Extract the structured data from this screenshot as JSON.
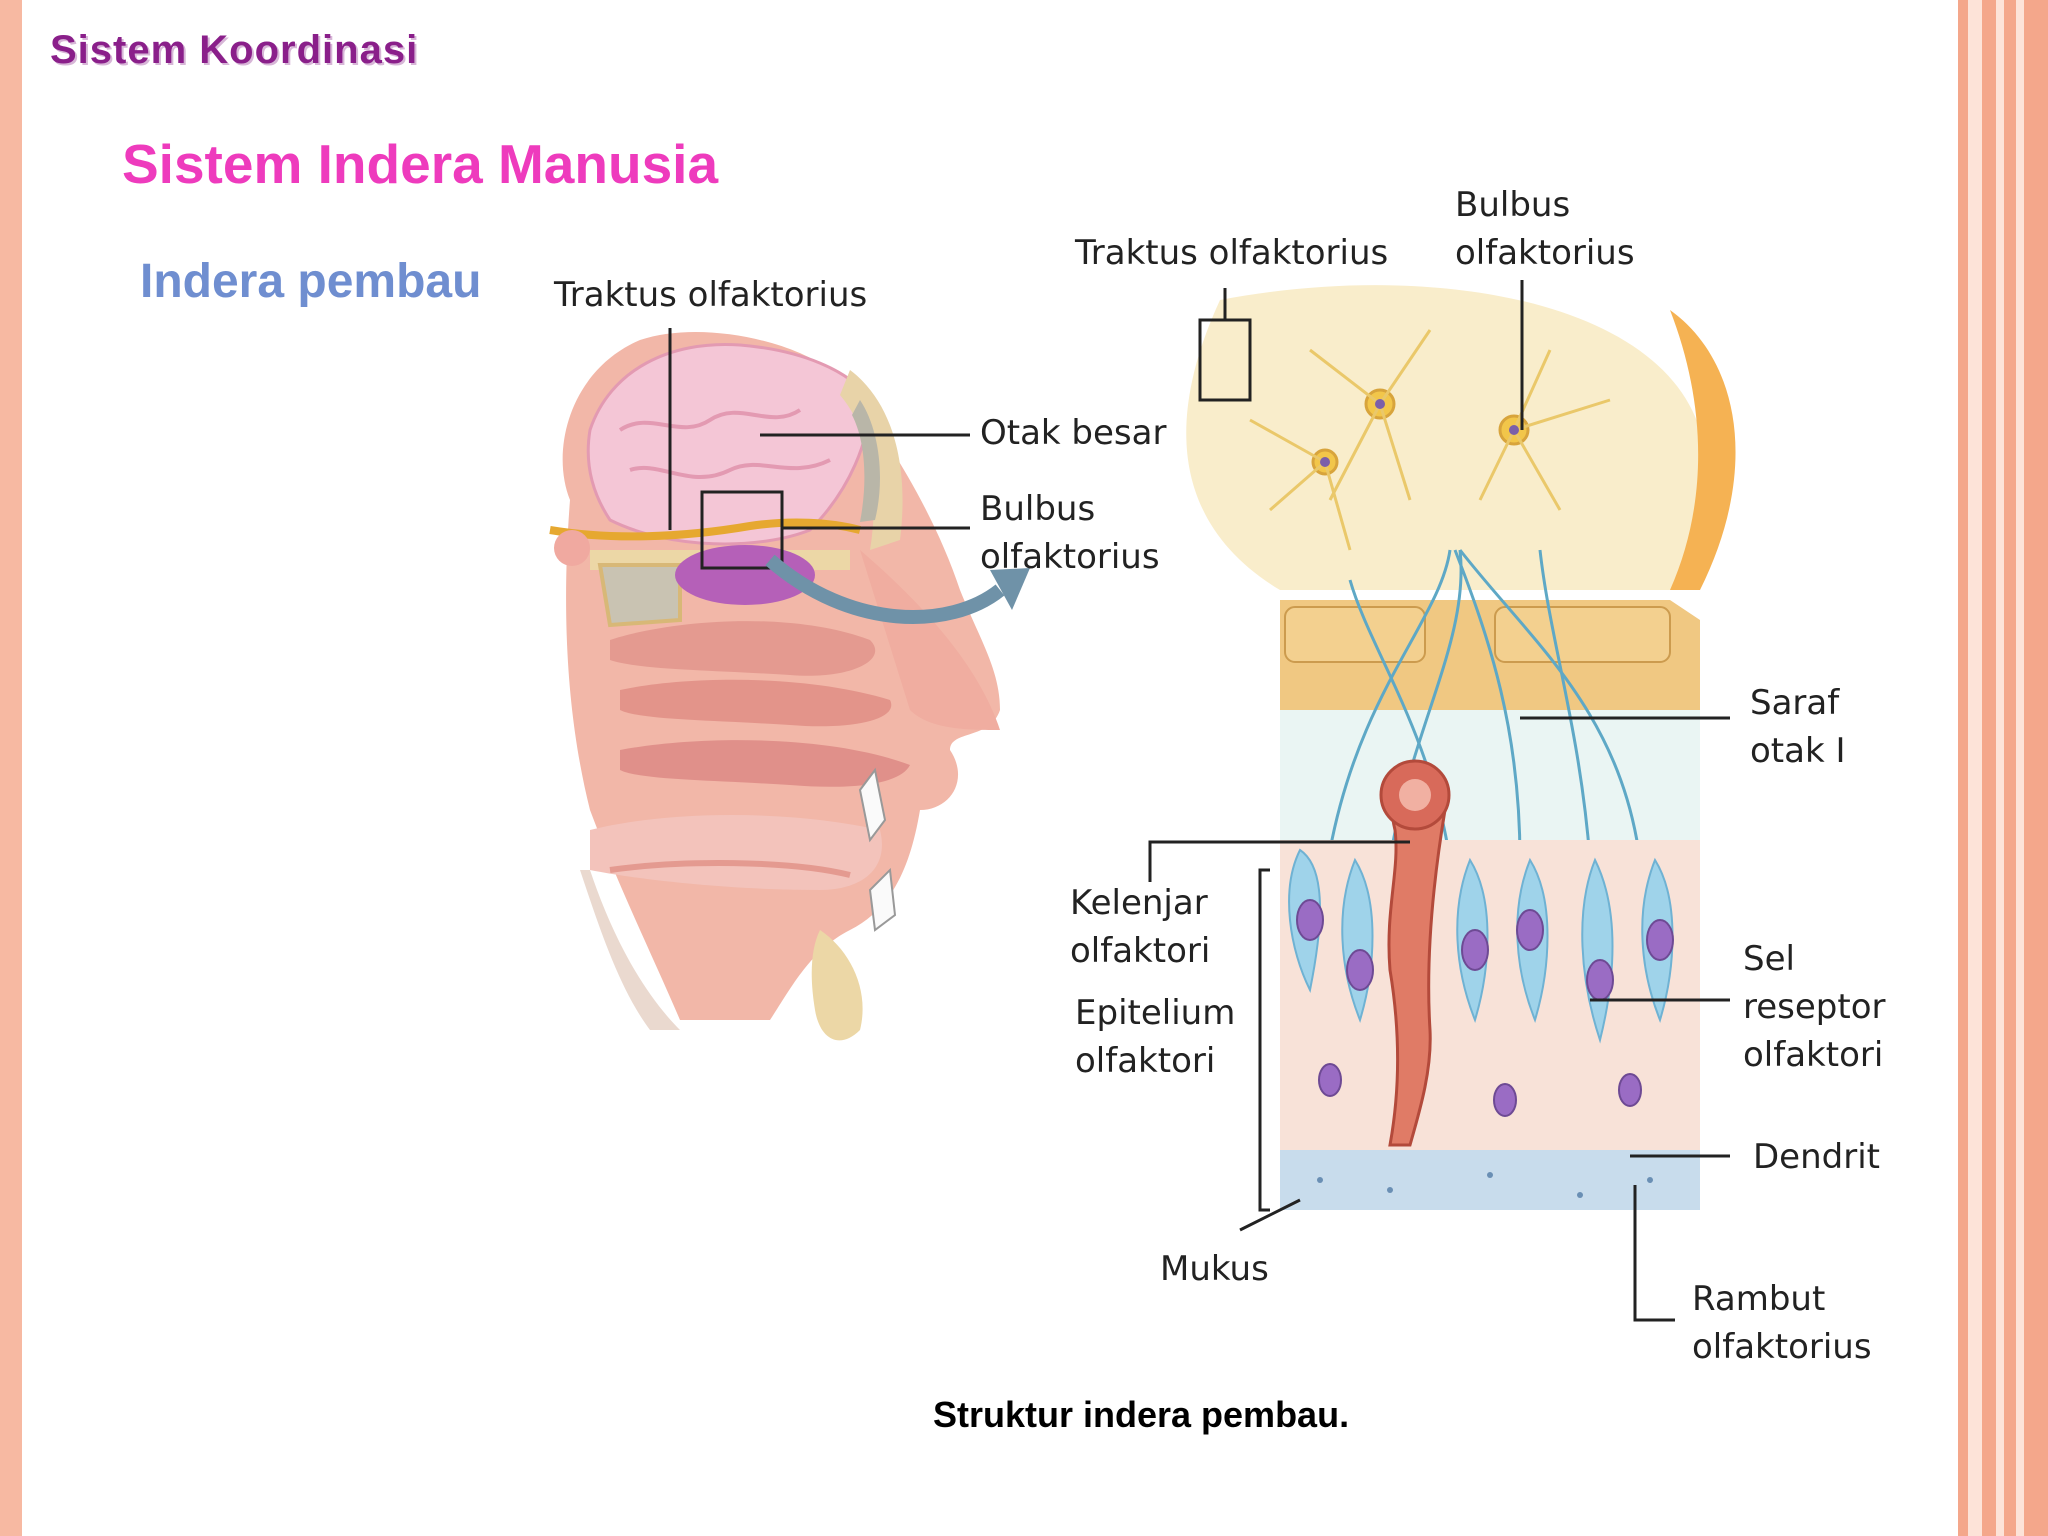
{
  "slide": {
    "section_title": "Sistem Koordinasi",
    "title": "Sistem Indera Manusia",
    "subtitle": "Indera pembau",
    "caption": "Struktur indera pembau."
  },
  "figure": {
    "labels": {
      "traktus_left": "Traktus olfaktorius",
      "otak_besar": "Otak besar",
      "bulbus_left_1": "Bulbus",
      "bulbus_left_2": "olfaktorius",
      "traktus_right": "Traktus olfaktorius",
      "bulbus_right_1": "Bulbus",
      "bulbus_right_2": "olfaktorius",
      "saraf_1": "Saraf",
      "saraf_2": "otak I",
      "kelenjar_1": "Kelenjar",
      "kelenjar_2": "olfaktori",
      "epitelium_1": "Epitelium",
      "epitelium_2": "olfaktori",
      "sel_1": "Sel",
      "sel_2": "reseptor",
      "sel_3": "olfaktori",
      "dendrit": "Dendrit",
      "mukus": "Mukus",
      "rambut_1": "Rambut",
      "rambut_2": "olfaktorius"
    }
  },
  "colors": {
    "section_title": "#8a1f8a",
    "title": "#ee3bbd",
    "subtitle": "#6f8ed0",
    "frame": "#f4a78b"
  }
}
